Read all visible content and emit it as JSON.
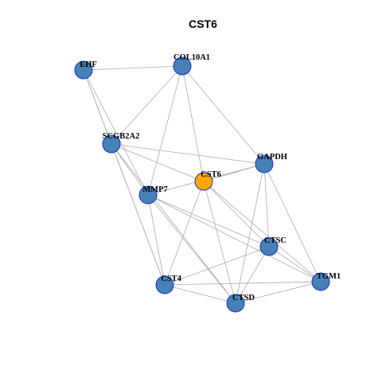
{
  "title": "CST6",
  "colors": {
    "node_fill": "#4682b4",
    "highlight_fill": "#ffa500",
    "node_stroke": "#1a2fd6",
    "edge": "#aaaaaa"
  },
  "nodes": [
    {
      "id": "EHF",
      "label": "EHF",
      "highlight": false
    },
    {
      "id": "COL10A1",
      "label": "COL10A1",
      "highlight": false
    },
    {
      "id": "SCGB2A2",
      "label": "SCGB2A2",
      "highlight": false
    },
    {
      "id": "GAPDH",
      "label": "GAPDH",
      "highlight": false
    },
    {
      "id": "CST6",
      "label": "CST6",
      "highlight": true
    },
    {
      "id": "MMP7",
      "label": "MMP7",
      "highlight": false
    },
    {
      "id": "CTSC",
      "label": "CTSC",
      "highlight": false
    },
    {
      "id": "TGM1",
      "label": "TGM1",
      "highlight": false
    },
    {
      "id": "CST4",
      "label": "CST4",
      "highlight": false
    },
    {
      "id": "CTSD",
      "label": "CTSD",
      "highlight": false
    }
  ],
  "edges": [
    [
      "EHF",
      "COL10A1"
    ],
    [
      "EHF",
      "SCGB2A2"
    ],
    [
      "EHF",
      "MMP7"
    ],
    [
      "EHF",
      "CST4"
    ],
    [
      "COL10A1",
      "SCGB2A2"
    ],
    [
      "COL10A1",
      "MMP7"
    ],
    [
      "COL10A1",
      "CST6"
    ],
    [
      "COL10A1",
      "GAPDH"
    ],
    [
      "SCGB2A2",
      "GAPDH"
    ],
    [
      "SCGB2A2",
      "CST6"
    ],
    [
      "SCGB2A2",
      "MMP7"
    ],
    [
      "SCGB2A2",
      "CST4"
    ],
    [
      "SCGB2A2",
      "CTSD"
    ],
    [
      "GAPDH",
      "CST6"
    ],
    [
      "GAPDH",
      "MMP7"
    ],
    [
      "GAPDH",
      "CTSC"
    ],
    [
      "GAPDH",
      "TGM1"
    ],
    [
      "GAPDH",
      "CTSD"
    ],
    [
      "CST6",
      "CTSC"
    ],
    [
      "CST6",
      "TGM1"
    ],
    [
      "CST6",
      "CST4"
    ],
    [
      "CST6",
      "CTSD"
    ],
    [
      "MMP7",
      "CTSC"
    ],
    [
      "MMP7",
      "TGM1"
    ],
    [
      "MMP7",
      "CST4"
    ],
    [
      "MMP7",
      "CTSD"
    ],
    [
      "CTSC",
      "CST4"
    ],
    [
      "CTSC",
      "CTSD"
    ],
    [
      "CTSC",
      "TGM1"
    ],
    [
      "CST4",
      "TGM1"
    ],
    [
      "CST4",
      "CTSD"
    ],
    [
      "CTSD",
      "TGM1"
    ]
  ]
}
